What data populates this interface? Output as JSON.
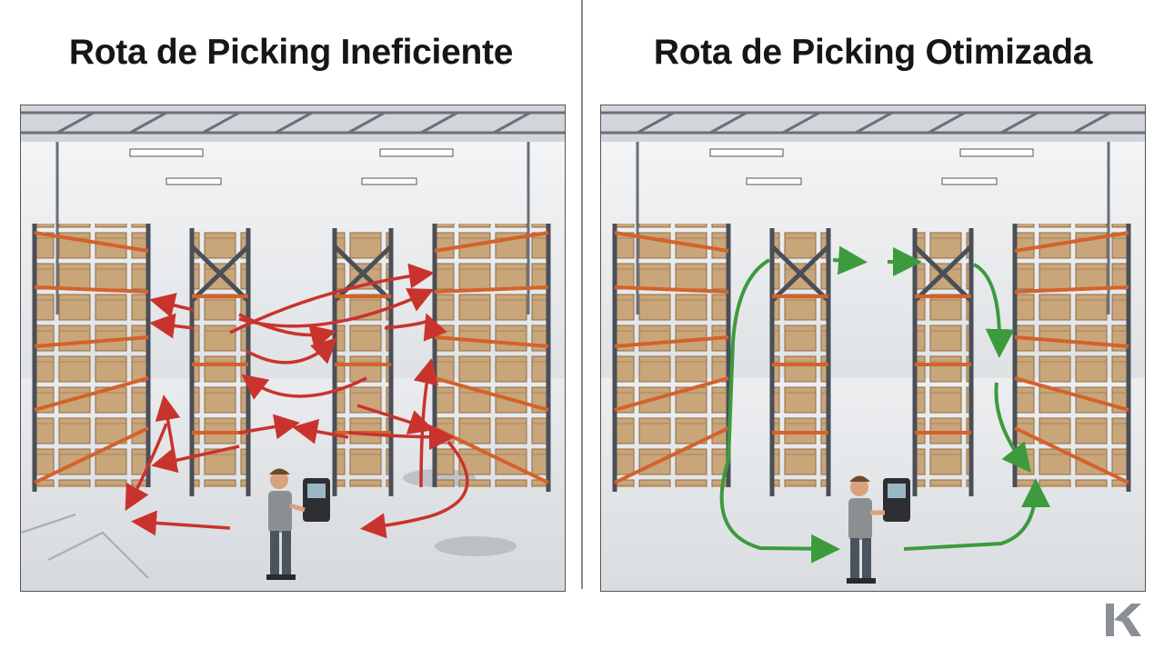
{
  "panels": {
    "left": {
      "title": "Rota de Picking Ineficiente",
      "route_color": "#c9332e"
    },
    "right": {
      "title": "Rota de Picking Otimizada",
      "route_color": "#3d9a3d"
    }
  },
  "colors": {
    "rack_frame": "#4a4f57",
    "rack_beam": "#d4622a",
    "box": "#c9a57a",
    "floor": "#e4e6e9",
    "wall": "#eef0f2"
  },
  "icons": [
    "warehouse-rack",
    "worker-with-scanner",
    "route-arrow",
    "brand-logo-k"
  ]
}
